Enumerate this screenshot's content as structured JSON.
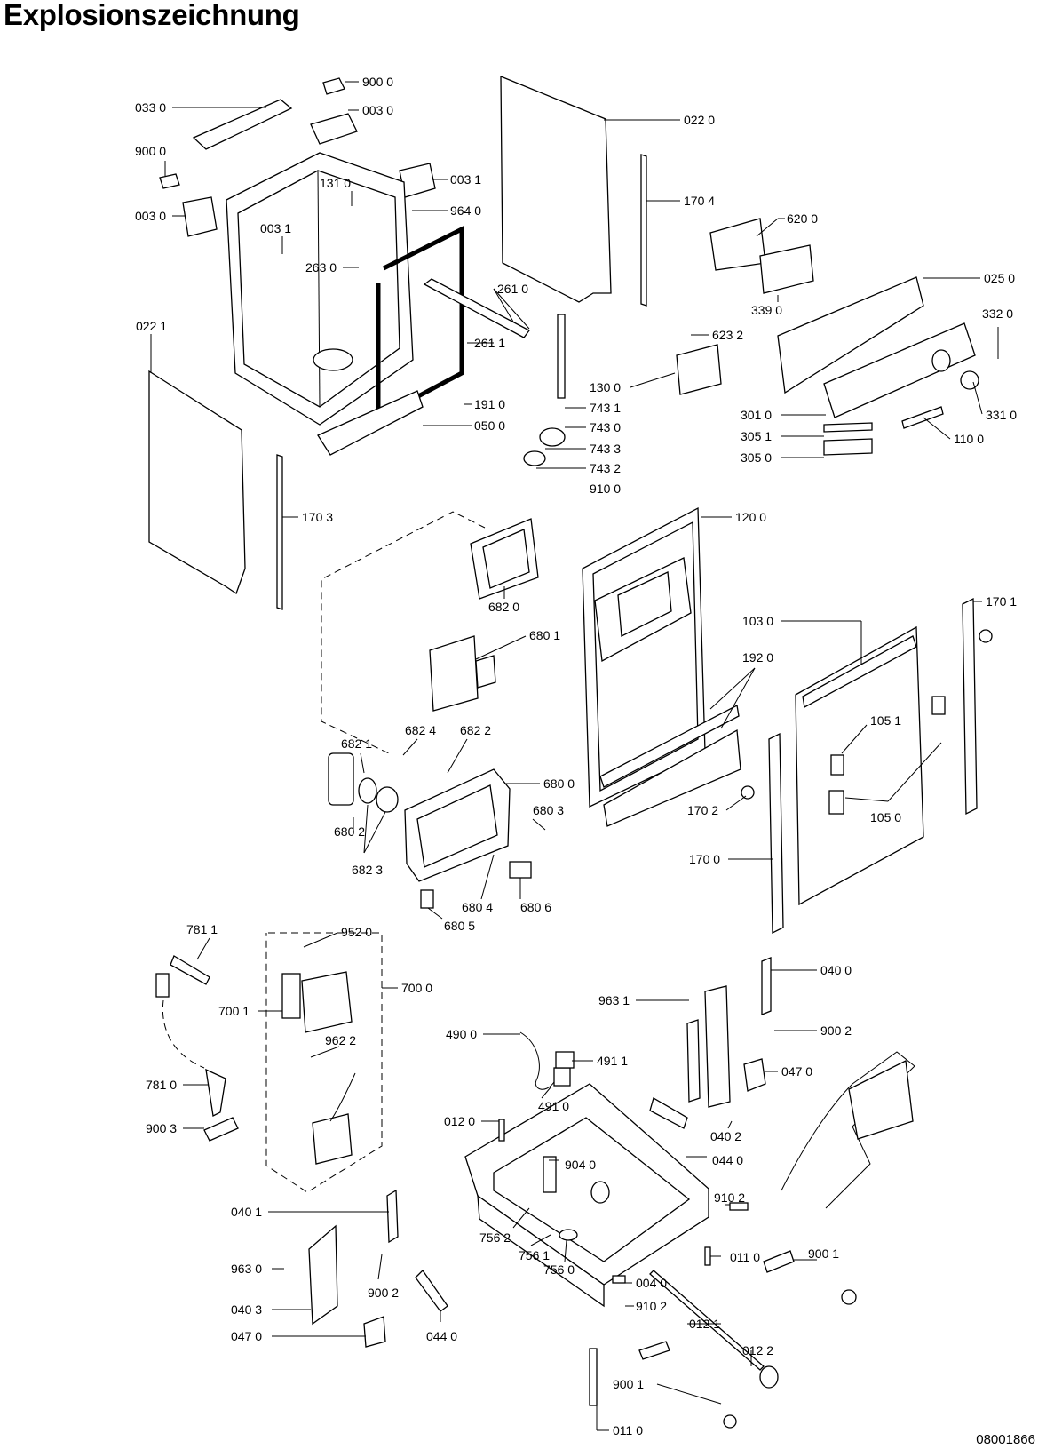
{
  "title": "Explosionszeichnung",
  "document_number": "08001866",
  "callouts": [
    "900 0",
    "033 0",
    "003 0",
    "900 0",
    "003 1",
    "003 0",
    "131 0",
    "964 0",
    "003 1",
    "263 0",
    "261 0",
    "261 1",
    "191 0",
    "050 0",
    "022 1",
    "170 3",
    "022 0",
    "170 4",
    "620 0",
    "339 0",
    "025 0",
    "623 2",
    "332 0",
    "130 0",
    "743 1",
    "743 0",
    "743 3",
    "743 2",
    "910 0",
    "301 0",
    "305 1",
    "305 0",
    "110 0",
    "331 0",
    "120 0",
    "682 0",
    "680 1",
    "103 0",
    "170 1",
    "192 0",
    "682 1",
    "682 4",
    "682 2",
    "680 0",
    "680 2",
    "682 3",
    "680 3",
    "105 1",
    "105 0",
    "170 2",
    "170 0",
    "680 4",
    "680 6",
    "680 5",
    "781 1",
    "952 0",
    "700 0",
    "700 1",
    "962 2",
    "781 0",
    "900 3",
    "040 0",
    "963 1",
    "900 2",
    "490 0",
    "491 1",
    "491 0",
    "047 0",
    "012 0",
    "044 0",
    "040 2",
    "904 0",
    "910 2",
    "756 2",
    "756 1",
    "756 0",
    "011 0",
    "900 1",
    "004 0",
    "910 2",
    "012 1",
    "012 2",
    "900 1",
    "011 0",
    "040 1",
    "963 0",
    "900 2",
    "040 3",
    "047 0",
    "044 0"
  ]
}
